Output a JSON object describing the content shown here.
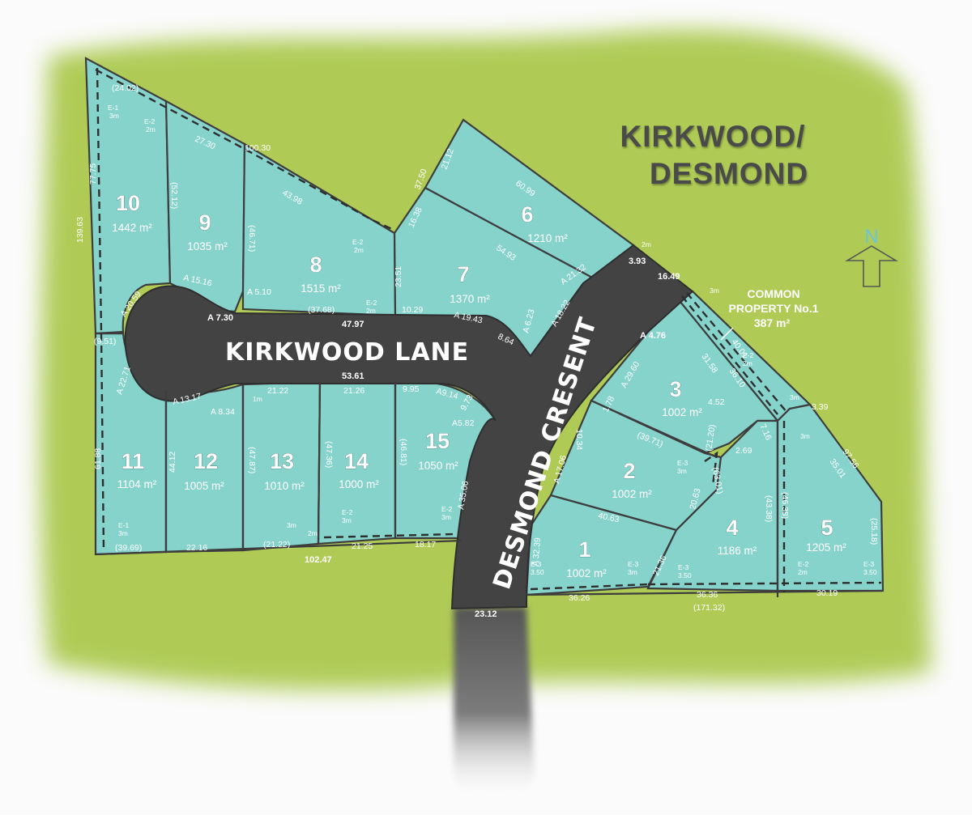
{
  "title": {
    "line1": "KIRKWOOD/",
    "line2": "DESMOND"
  },
  "north_label": "N",
  "roads": {
    "kirkwood": "KIRKWOOD LANE",
    "desmond": "DESMOND CRESENT"
  },
  "common_property": {
    "line1": "COMMON",
    "line2": "PROPERTY No.1",
    "area": "387 m²"
  },
  "lots": [
    {
      "number": "1",
      "area": "1002 m²"
    },
    {
      "number": "2",
      "area": "1002 m²"
    },
    {
      "number": "3",
      "area": "1002 m²"
    },
    {
      "number": "4",
      "area": "1186 m²"
    },
    {
      "number": "5",
      "area": "1205 m²"
    },
    {
      "number": "6",
      "area": "1210 m²"
    },
    {
      "number": "7",
      "area": "1370 m²"
    },
    {
      "number": "8",
      "area": "1515 m²"
    },
    {
      "number": "9",
      "area": "1035 m²"
    },
    {
      "number": "10",
      "area": "1442 m²"
    },
    {
      "number": "11",
      "area": "1104 m²"
    },
    {
      "number": "12",
      "area": "1005 m²"
    },
    {
      "number": "13",
      "area": "1010 m²"
    },
    {
      "number": "14",
      "area": "1000 m²"
    },
    {
      "number": "15",
      "area": "1050 m²"
    }
  ],
  "dimensions": {
    "d_24_02": "(24.02)",
    "d_27_30": "27.30",
    "d_100_30": "100.30",
    "d_43_98": "43.98",
    "d_139_63": "139.63",
    "d_77_75": "77.75",
    "d_52_12": "(52.12)",
    "d_46_71": "(46.71)",
    "d_37_50": "37.50",
    "d_21_12": "21.12",
    "d_60_99": "60.99",
    "d_16_38": "16.38",
    "d_54_93": "54.93",
    "d_23_51": "23.51",
    "d_a21_32": "A 21.32",
    "d_3_93": "3.93",
    "d_16_49": "16.49",
    "d_a15_16": "A 15.16",
    "d_a20_59": "A 20.59",
    "d_a5_10": "A 5.10",
    "d_a7_30": "A 7.30",
    "d_47_97": "47.97",
    "d_37_68": "(37.68)",
    "d_10_29": "10.29",
    "d_a19_43": "A 19.43",
    "d_8_64": "8.64",
    "d_a6_23": "A 6.23",
    "d_a18_22": "A 18.22",
    "d_a4_76": "A 4.76",
    "d_29_60": "A 29.60",
    "d_31_58": "31.58",
    "d_36_10": "36.10",
    "d_40_01": "40.01",
    "d_9_51": "(9.51)",
    "d_a22_71": "A 22.71",
    "d_53_61": "53.61",
    "d_21_22a": "21.22",
    "d_21_26": "21.26",
    "d_9_95": "9.95",
    "d_a9_14": "A9.14",
    "d_9_73": "9.73",
    "d_a13_17": "A 13.17",
    "d_a8_34": "A 8.34",
    "d_a5_82": "A5.82",
    "d_10_34": "10.34",
    "d_1_78": "1.78",
    "d_4_52": "4.52",
    "d_3_39": "3.39",
    "d_39_71": "(39.71)",
    "d_21_20": "(21.20)",
    "d_2_69": "2.69",
    "d_7_16": "7.16",
    "d_61_88": "61.88",
    "d_44_12": "44.12",
    "d_47_87": "(47.87)",
    "d_47_36": "(47.36)",
    "d_46_81": "(46.81)",
    "d_35_06": "A 35.06",
    "d_17_06": "A 17.06",
    "d_97_56": "97.56",
    "d_35_01": "35.01",
    "d_40_63": "40.63",
    "d_20_63": "20.63",
    "d_63_01": "(63.01)",
    "d_43_38": "(43.38)",
    "d_46_38": "(46.38)",
    "d_25_18": "(25.18)",
    "d_32_39": "A 32.39",
    "d_21_36": "21.36",
    "d_39_69": "(39.69)",
    "d_22_16": "22.16",
    "d_21_22b": "(21.22)",
    "d_21_25": "21.25",
    "d_18_17": "18.17",
    "d_102_47": "102.47",
    "d_23_12": "23.12",
    "d_36_26": "36.26",
    "d_36_36": "36.36",
    "d_171_32": "(171.32)",
    "d_30_19": "30.19"
  },
  "easements": {
    "e1": "E-1",
    "e2": "E-2",
    "e3": "E-3",
    "w3m": "3m",
    "w2m": "2m",
    "w350": "3.50",
    "w1m": "1m"
  }
}
